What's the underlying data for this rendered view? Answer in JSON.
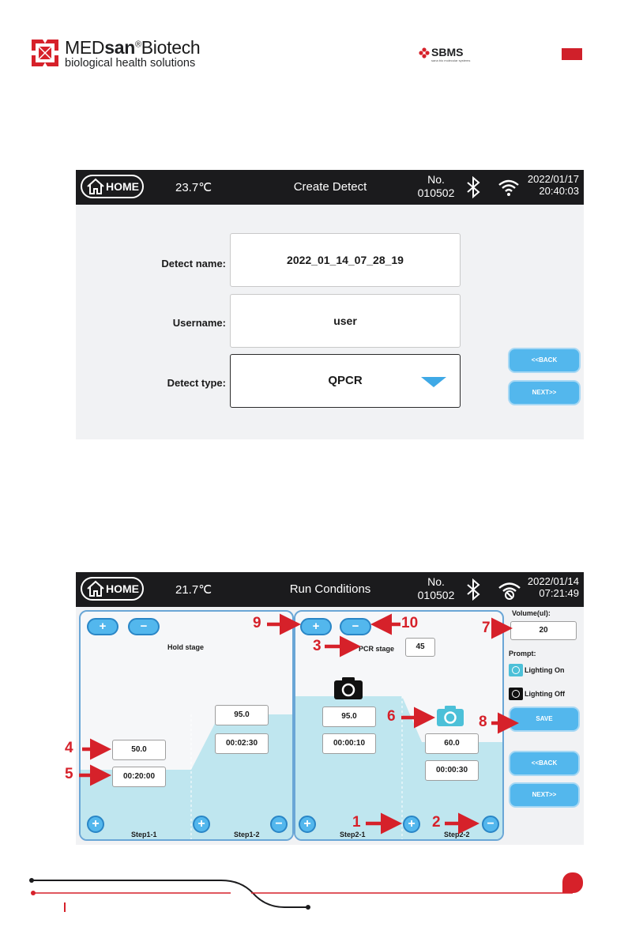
{
  "page": {
    "brand": {
      "name_prefix": "MED",
      "name_mid": "san",
      "name_suffix": "Biotech",
      "reg": "®",
      "tagline": "biological health solutions"
    },
    "partner": {
      "name": "SBMS",
      "sub": "sana bio molecular systems"
    }
  },
  "screen1": {
    "topbar": {
      "home": "HOME",
      "temp": "23.7℃",
      "title": "Create Detect",
      "no_label": "No.",
      "no_value": "010502",
      "date": "2022/01/17",
      "time": "20:40:03"
    },
    "fields": [
      {
        "label": "Detect name:",
        "value": "2022_01_14_07_28_19"
      },
      {
        "label": "Username:",
        "value": "user"
      },
      {
        "label": "Detect type:",
        "value": "QPCR"
      }
    ],
    "buttons": {
      "back": "<<BACK",
      "next": "NEXT>>"
    },
    "colors": {
      "accent": "#53b7ed",
      "dropdown": "#3fa9e6"
    }
  },
  "screen2": {
    "topbar": {
      "home": "HOME",
      "temp": "21.7℃",
      "title": "Run Conditions",
      "no_label": "No.",
      "no_value": "010502",
      "date": "2022/01/14",
      "time": "07:21:49"
    },
    "hold": {
      "title": "Hold stage",
      "plus": "+",
      "minus": "−"
    },
    "pcr": {
      "title": "PCR stage",
      "cycles": "45",
      "plus": "+",
      "minus": "−"
    },
    "steps": [
      {
        "label": "Step1-1",
        "temp": "50.0",
        "time": "00:20:00"
      },
      {
        "label": "Step1-2",
        "temp": "95.0",
        "time": "00:02:30"
      },
      {
        "label": "Step2-1",
        "temp": "95.0",
        "time": "00:00:10"
      },
      {
        "label": "Step2-2",
        "temp": "60.0",
        "time": "00:00:30"
      }
    ],
    "side": {
      "volume_label": "Volume(ul):",
      "volume": "20",
      "prompt": "Prompt:",
      "on": "Lighting On",
      "off": "Lighting Off",
      "save": "SAVE",
      "back": "<<BACK",
      "next": "NEXT>>"
    },
    "annotations": [
      "1",
      "2",
      "3",
      "4",
      "5",
      "6",
      "7",
      "8",
      "9",
      "10"
    ],
    "colors": {
      "curve": "#bfe6ef",
      "panel_border": "#6aa6d6",
      "camera_on": "#4cc0d8"
    }
  },
  "footer": {
    "colors": {
      "red": "#d6212a",
      "dark": "#1b1b1d"
    }
  }
}
